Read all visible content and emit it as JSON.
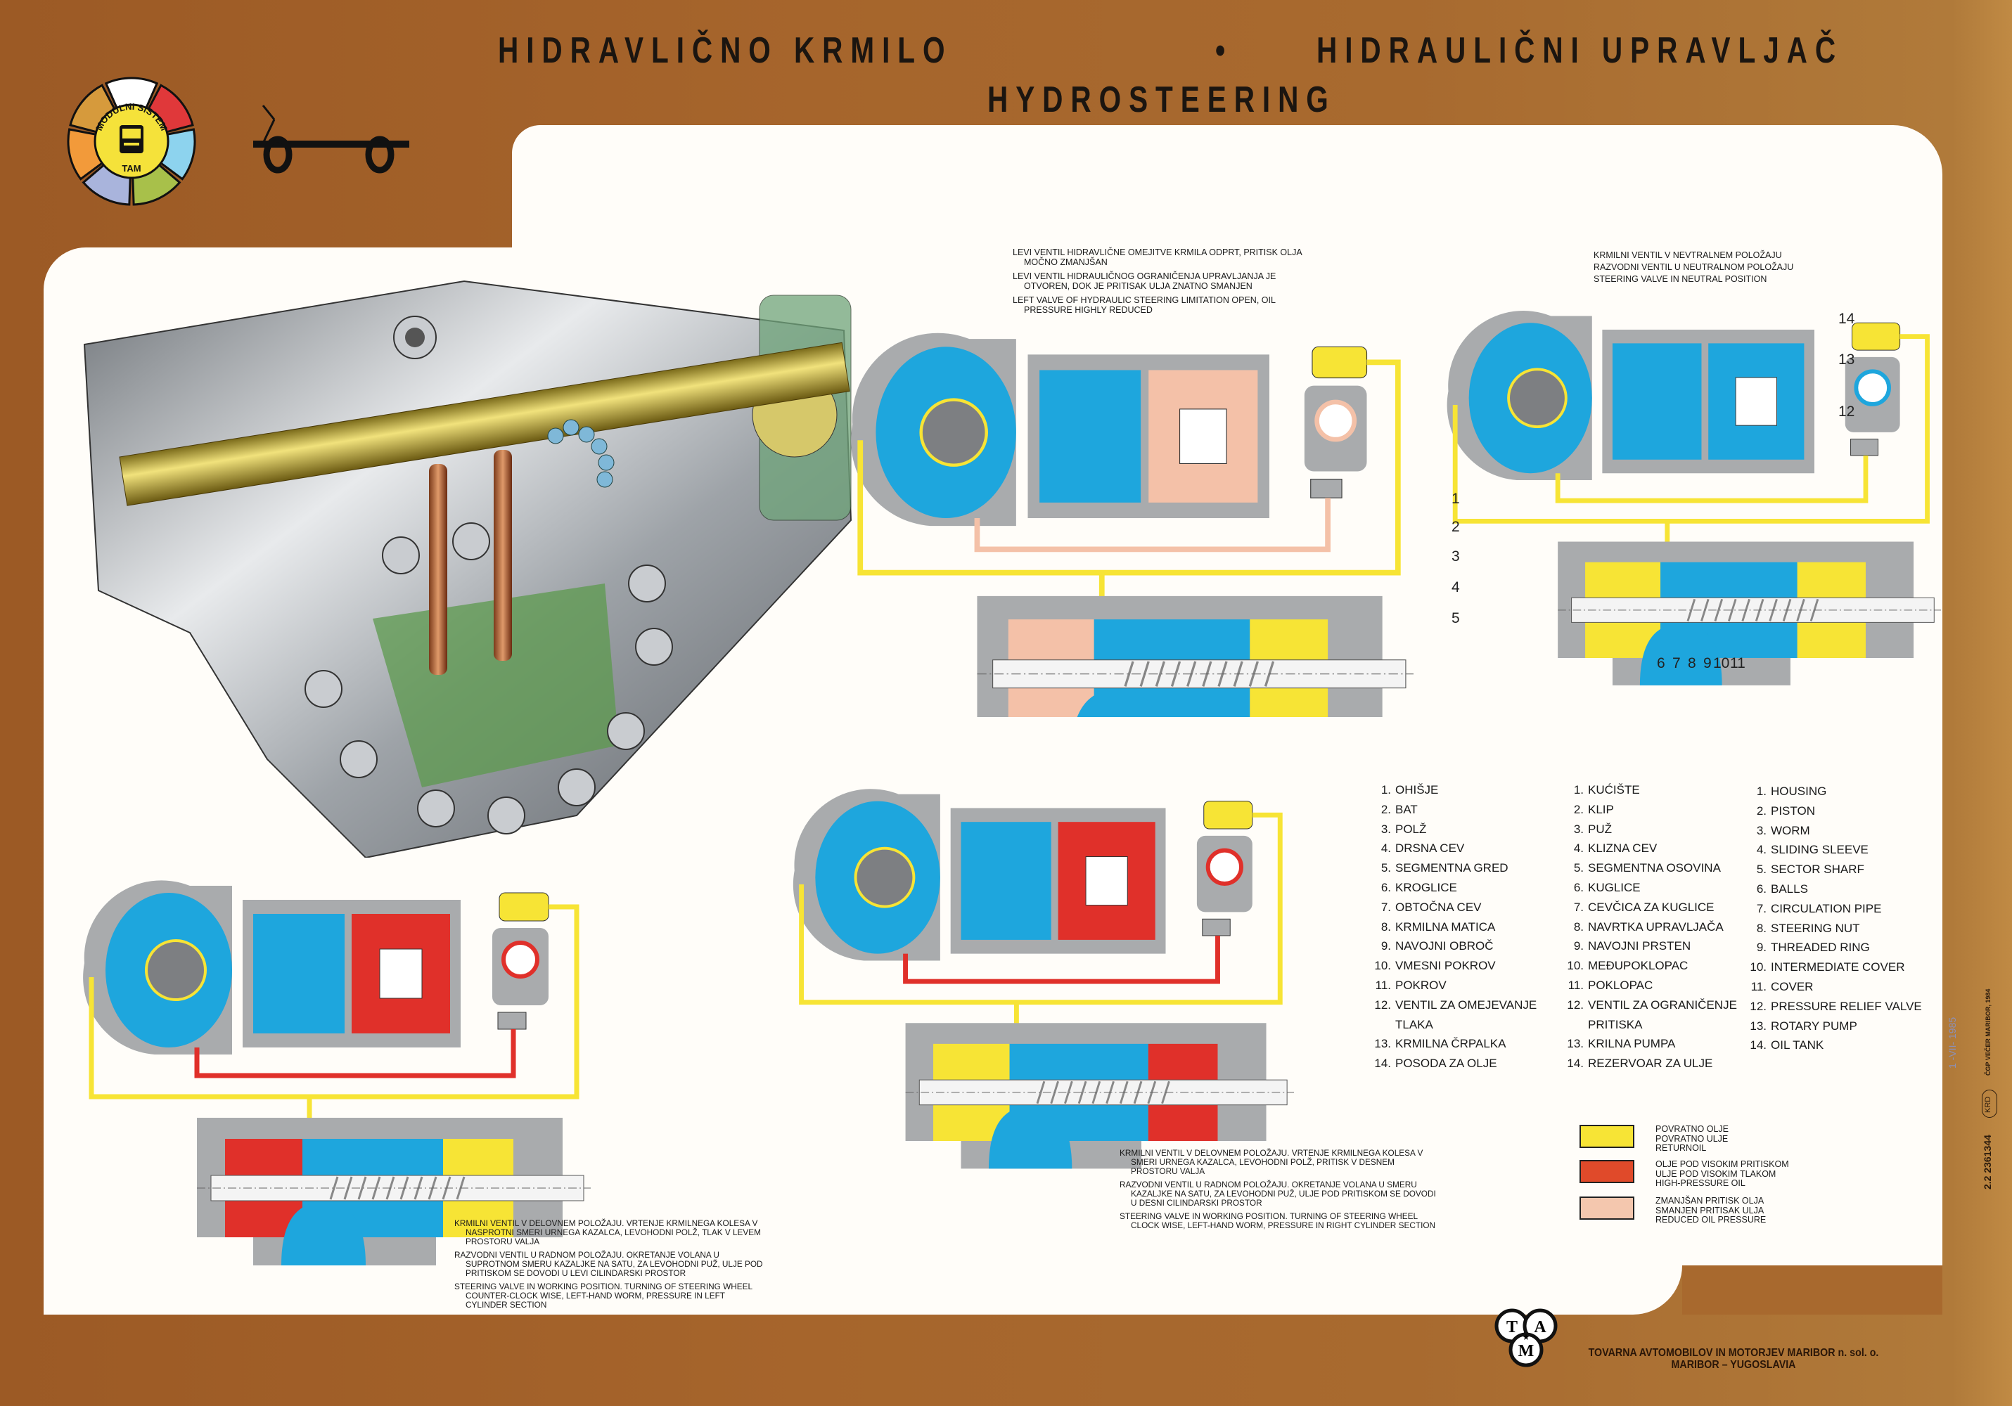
{
  "header": {
    "title_sl": "HIDRAVLIČNO KRMILO",
    "separator": "•",
    "title_hr": "HIDRAULIČNI UPRAVLJAČ",
    "title_en": "HYDROSTEERING"
  },
  "logo": {
    "ring_text": "MODULNI SISTEM",
    "bottom_text": "TAM",
    "segments": [
      {
        "icon": "bus-icon",
        "color": "#ffffff"
      },
      {
        "icon": "engine-icon",
        "color": "#e0383a"
      },
      {
        "icon": "axle-icon",
        "color": "#8dd3ee"
      },
      {
        "icon": "gearbox-icon",
        "color": "#a8c04a"
      },
      {
        "icon": "cab-icon",
        "color": "#a9b4dc"
      },
      {
        "icon": "trailer-flatbed-icon",
        "color": "#f29a3a"
      },
      {
        "icon": "trailer-icon",
        "color": "#d69a3c"
      }
    ],
    "center_color": "#f5e23a"
  },
  "trailer_icon": "trailer-drawbar-icon",
  "diagrams": {
    "pressure_limited": {
      "description": [
        "LEVI VENTIL HIDRAVLIČNE OMEJITVE KRMILA ODPRT, PRITISK OLJA MOČNO ZMANJŠAN",
        "LEVI VENTIL HIDRAULIČNOG OGRANIČENJA UPRAVLJANJA JE OTVOREN, DOK JE PRITISAK ULJA ZNATNO SMANJEN",
        "LEFT VALVE OF HYDRAULIC STEERING LIMITATION OPEN, OIL PRESSURE HIGHLY REDUCED"
      ]
    },
    "neutral": {
      "description": [
        "KRMILNI VENTIL V NEVTRALNEM POLOŽAJU",
        "RAZVODNI VENTIL U NEUTRALNOM POLOŽAJU",
        "STEERING VALVE IN NEUTRAL POSITION"
      ],
      "callouts": [
        "1",
        "2",
        "3",
        "4",
        "5",
        "6",
        "7",
        "8",
        "9",
        "10",
        "11",
        "12",
        "13",
        "14"
      ]
    },
    "counter_clockwise": {
      "description": [
        "KRMILNI VENTIL V DELOVNEM POLOŽAJU. VRTENJE KRMILNEGA KOLESA V NASPROTNI SMERI URNEGA KAZALCA, LEVOHODNI POLŽ, TLAK V LEVEM PROSTORU VALJA",
        "RAZVODNI VENTIL U RADNOM POLOŽAJU. OKRETANJE VOLANA U SUPROTNOM SMERU KAZALJKE NA SATU, ZA LEVOHODNI PUŽ, ULJE POD PRITISKOM SE DOVODI U LEVI CILINDARSKI PROSTOR",
        "STEERING VALVE IN WORKING POSITION. TURNING OF STEERING WHEEL COUNTER-CLOCK WISE, LEFT-HAND WORM, PRESSURE IN LEFT CYLINDER SECTION"
      ]
    },
    "clockwise": {
      "description": [
        "KRMILNI VENTIL V DELOVNEM POLOŽAJU. VRTENJE KRMILNEGA KOLESA V SMERI URNEGA KAZALCA, LEVOHODNI POLŽ, PRITISK V DESNEM PROSTORU VALJA",
        "RAZVODNI VENTIL U RADNOM POLOŽAJU. OKRETANJE VOLANA U SMERU KAZALJKE NA SATU, ZA LEVOHODNI PUŽ, ULJE POD PRITISKOM SE DOVODI U DESNI CILINDARSKI PROSTOR",
        "STEERING VALVE IN WORKING POSITION. TURNING OF STEERING WHEEL CLOCK WISE, LEFT-HAND WORM, PRESSURE IN RIGHT CYLINDER SECTION"
      ]
    }
  },
  "parts": {
    "slovenian": [
      {
        "n": "1.",
        "t": "OHIŠJE"
      },
      {
        "n": "2.",
        "t": "BAT"
      },
      {
        "n": "3.",
        "t": "POLŽ"
      },
      {
        "n": "4.",
        "t": "DRSNA CEV"
      },
      {
        "n": "5.",
        "t": "SEGMENTNA GRED"
      },
      {
        "n": "6.",
        "t": "KROGLICE"
      },
      {
        "n": "7.",
        "t": "OBTOČNA CEV"
      },
      {
        "n": "8.",
        "t": "KRMILNA MATICA"
      },
      {
        "n": "9.",
        "t": "NAVOJNI OBROČ"
      },
      {
        "n": "10.",
        "t": "VMESNI POKROV"
      },
      {
        "n": "11.",
        "t": "POKROV"
      },
      {
        "n": "12.",
        "t": "VENTIL ZA OMEJEVANJE",
        "cont": "TLAKA"
      },
      {
        "n": "13.",
        "t": "KRMILNA ČRPALKA"
      },
      {
        "n": "14.",
        "t": "POSODA ZA OLJE"
      }
    ],
    "croatian": [
      {
        "n": "1.",
        "t": "KUĆIŠTE"
      },
      {
        "n": "2.",
        "t": "KLIP"
      },
      {
        "n": "3.",
        "t": "PUŽ"
      },
      {
        "n": "4.",
        "t": "KLIZNA CEV"
      },
      {
        "n": "5.",
        "t": "SEGMENTNA OSOVINA"
      },
      {
        "n": "6.",
        "t": "KUGLICE"
      },
      {
        "n": "7.",
        "t": "CEVČICA ZA KUGLICE"
      },
      {
        "n": "8.",
        "t": "NAVRTKA UPRAVLJAČA"
      },
      {
        "n": "9.",
        "t": "NAVOJNI PRSTEN"
      },
      {
        "n": "10.",
        "t": "MEĐUPOKLOPAC"
      },
      {
        "n": "11.",
        "t": "POKLOPAC"
      },
      {
        "n": "12.",
        "t": "VENTIL ZA OGRANIČENJE",
        "cont": "PRITISKA"
      },
      {
        "n": "13.",
        "t": "KRILNA PUMPA"
      },
      {
        "n": "14.",
        "t": "REZERVOAR ZA ULJE"
      }
    ],
    "english": [
      {
        "n": "1.",
        "t": "HOUSING"
      },
      {
        "n": "2.",
        "t": "PISTON"
      },
      {
        "n": "3.",
        "t": "WORM"
      },
      {
        "n": "4.",
        "t": "SLIDING SLEEVE"
      },
      {
        "n": "5.",
        "t": "SECTOR SHARF"
      },
      {
        "n": "6.",
        "t": "BALLS"
      },
      {
        "n": "7.",
        "t": "CIRCULATION PIPE"
      },
      {
        "n": "8.",
        "t": "STEERING NUT"
      },
      {
        "n": "9.",
        "t": "THREADED RING"
      },
      {
        "n": "10.",
        "t": "INTERMEDIATE COVER"
      },
      {
        "n": "11.",
        "t": "COVER"
      },
      {
        "n": "12.",
        "t": "PRESSURE RELIEF VALVE"
      },
      {
        "n": "13.",
        "t": "ROTARY PUMP"
      },
      {
        "n": "14.",
        "t": "OIL TANK"
      }
    ]
  },
  "legend": [
    {
      "color": "#f7e435",
      "lines": [
        "POVRATNO OLJE",
        "POVRATNO ULJE",
        "RETURNOIL"
      ]
    },
    {
      "color": "#e04a2a",
      "lines": [
        "OLJE POD VISOKIM PRITISKOM",
        "ULJE POD VISOKIM TLAKOM",
        "HIGH-PRESSURE OIL"
      ]
    },
    {
      "color": "#f4c7ae",
      "lines": [
        "ZMANJŠAN PRITISK OLJA",
        "SMANJEN PRITISAK ULJA",
        "REDUCED OIL PRESSURE"
      ]
    }
  ],
  "colors": {
    "frame": "#a6652c",
    "panel": "#fffdf9",
    "return_oil": "#f7e435",
    "high_pressure": "#e0302a",
    "reduced_pressure": "#f4c1a8",
    "fluid_blue": "#1ea6dd",
    "housing_grey": "#a9abad"
  },
  "side_strip": {
    "printer": "ČGP VEČER MARIBOR, 1984",
    "badge": "KRD",
    "code": "2.2 2361344",
    "stamp": "1 -VII- 1985"
  },
  "footer": {
    "logo_letters": [
      "T",
      "A",
      "M"
    ],
    "company_line1": "TOVARNA AVTOMOBILOV IN MOTORJEV MARIBOR n. sol. o.",
    "company_line2": "MARIBOR – YUGOSLAVIA"
  }
}
